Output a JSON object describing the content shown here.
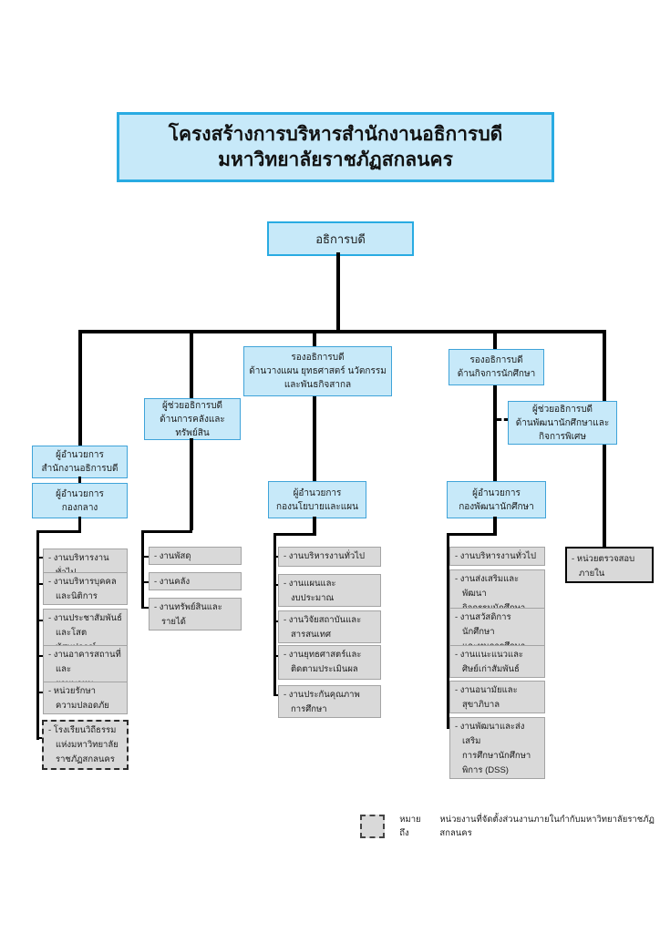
{
  "title": {
    "line1": "โครงสร้างการบริหารสำนักงานอธิการบดี",
    "line2": "มหาวิทยาลัยราชภัฏสกลนคร"
  },
  "nodes": {
    "president": "อธิการบดี",
    "vp_planning": "รองอธิการบดี\nด้านวางแผน ยุทธศาสตร์ นวัตกรรม\nและพันธกิจสากล",
    "vp_student_affairs": "รองอธิการบดี\nด้านกิจการนักศึกษา",
    "asst_finance": "ผู้ช่วยอธิการบดี\nด้านการคลังและทรัพย์สิน",
    "asst_student_dev": "ผู้ช่วยอธิการบดี\nด้านพัฒนานักศึกษาและ\nกิจการพิเศษ",
    "dir_president_office": "ผู้อำนวยการ\nสำนักงานอธิการบดี",
    "dir_central_division": "ผู้อำนวยการ\nกองกลาง",
    "dir_policy_plan": "ผู้อำนวยการ\nกองนโยบายและแผน",
    "dir_student_dev": "ผู้อำนวยการ\nกองพัฒนานักศึกษา",
    "internal_audit": "- หน่วยตรวจสอบภายใน"
  },
  "units": {
    "central": [
      "- งานบริหารงานทั่วไป",
      "- งานบริหารบุคคล\nและนิติการ",
      "- งานประชาสัมพันธ์\nและโสตทัศนูปกรณ์",
      "- งานอาคารสถานที่และ\nยานพาหนะ",
      "- หน่วยรักษา\nความปลอดภัย"
    ],
    "central_affiliated": "- โรงเรียนวิถีธรรม\nแห่งมหาวิทยาลัย\nราชภัฏสกลนคร",
    "finance": [
      "- งานพัสดุ",
      "- งานคลัง",
      "- งานทรัพย์สินและ\nรายได้"
    ],
    "policy": [
      "- งานบริหารงานทั่วไป",
      "- งานแผนและ\nงบประมาณ",
      "- งานวิจัยสถาบันและ\nสารสนเทศ",
      "- งานยุทธศาสตร์และ\nติดตามประเมินผล",
      "- งานประกันคุณภาพ\nการศึกษา"
    ],
    "student": [
      "- งานบริหารงานทั่วไป",
      "- งานส่งเสริมและพัฒนา\nกิจกรรมนักศึกษา",
      "- งานสวัสดิการนักศึกษา\nและทุนการศึกษา",
      "- งานแนะแนวและ\nศิษย์เก่าสัมพันธ์",
      "- งานอนามัยและ\nสุขาภิบาล",
      "- งานพัฒนาและส่งเสริม\nการศึกษานักศึกษา\nพิการ (DSS)"
    ]
  },
  "legend": {
    "label": "หมายถึง",
    "text": "หน่วยงานที่จัดตั้งส่วนงานภายในกำกับมหาวิทยาลัยราชภัฏสกลนคร"
  },
  "colors": {
    "box_blue_fill": "#c7e9f9",
    "box_blue_border": "#29abe2",
    "box_gray_fill": "#d9d9d9",
    "box_gray_border": "#a3a3a3",
    "line": "#000000"
  }
}
